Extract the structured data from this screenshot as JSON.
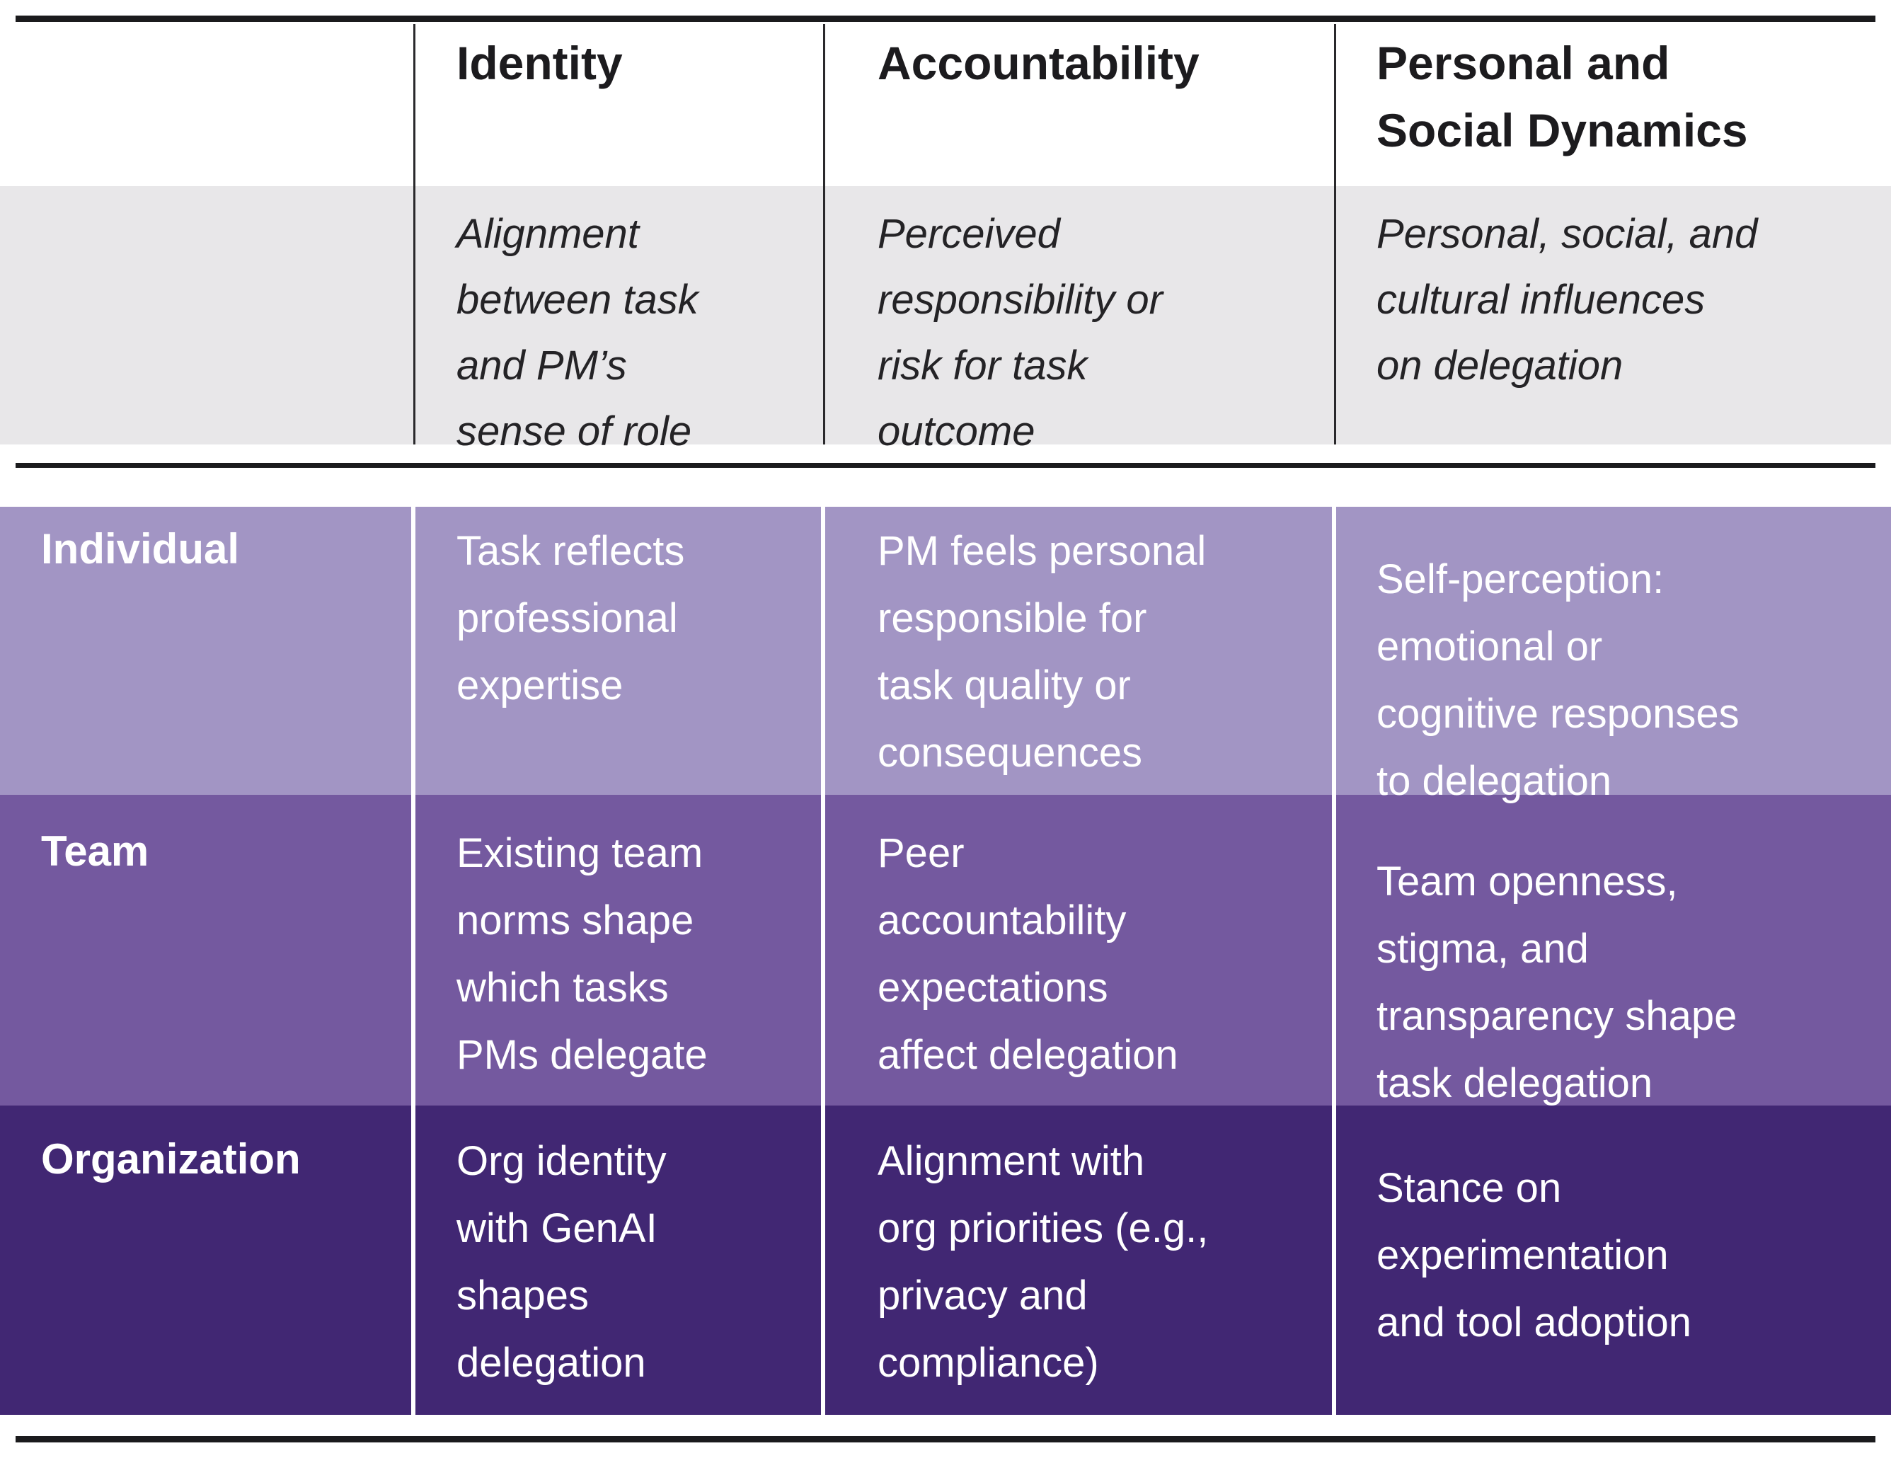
{
  "colors": {
    "rule": "#1b1b1d",
    "header_text": "#1c1b1e",
    "subtitle_band_bg": "#e8e7e9",
    "row_individual_bg": "#a295c4",
    "row_team_bg": "#74599f",
    "row_organization_bg": "#412773",
    "cell_text": "#ffffff"
  },
  "header": {
    "col2": "Identity",
    "col3": "Accountability",
    "col4": "Personal and Social Dynamics"
  },
  "subtitles": {
    "col2": "Alignment between task and PM’s sense of role",
    "col3": "Perceived responsibility or risk for task outcome",
    "col4": "Personal, social, and cultural influences on delegation"
  },
  "rows": [
    {
      "label": "Individual",
      "identity": "Task reflects professional expertise",
      "accountability": "PM feels personal responsible for task quality or consequences",
      "personal_social": "Self-perception: emotional or cognitive responses to delegation"
    },
    {
      "label": "Team",
      "identity": "Existing team norms shape which tasks PMs delegate",
      "accountability": "Peer accountability expectations affect delegation",
      "personal_social": "Team openness, stigma, and transparency shape task delegation"
    },
    {
      "label": "Organization",
      "identity": "Org identity with GenAI shapes delegation",
      "accountability": "Alignment with org priorities (e.g., privacy and compliance)",
      "personal_social": "Stance on experimentation and tool adoption"
    }
  ]
}
